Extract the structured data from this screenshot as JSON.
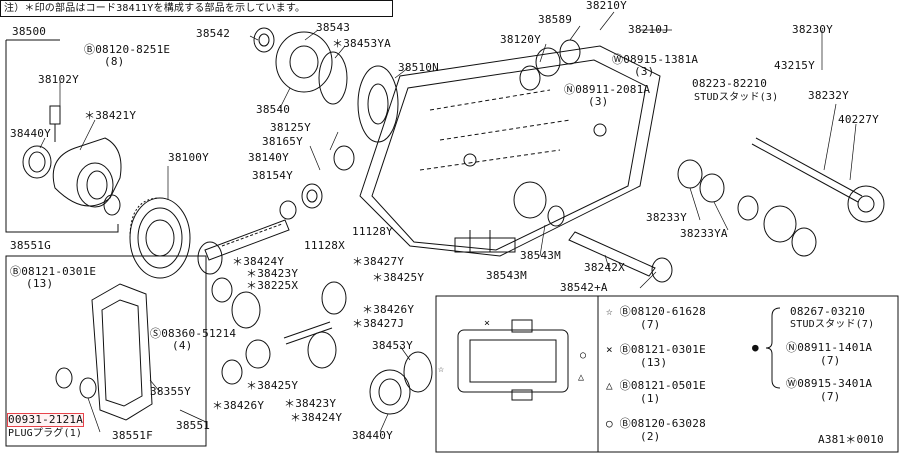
{
  "header_note": "注）＊印の部品はコード38411Yを構成する部品を示しています。",
  "drawing_code": "A381＊0010",
  "labels": {
    "p38500": "38500",
    "p38542": "38542",
    "b08120_8251E": "Ⓑ08120-8251E",
    "q8": "(8)",
    "p38543": "38543",
    "p38453YA": "＊38453YA",
    "p38589": "38589",
    "p38210Y": "38210Y",
    "p38210J": "38210J",
    "p38120Y": "38120Y",
    "p38230Y": "38230Y",
    "w08915_1381A": "Ⓦ08915-1381A",
    "q3a": "(3)",
    "p43215Y": "43215Y",
    "p38102Y": "38102Y",
    "p38510N": "38510N",
    "n08911_2081A": "Ⓝ08911-2081A",
    "q3b": "(3)",
    "p08223_82210": "08223-82210",
    "stud3": "STUDスタッド(3)",
    "p38232Y": "38232Y",
    "p38421Y": "＊38421Y",
    "p38540": "38540",
    "p38125Y": "38125Y",
    "p40227Y": "40227Y",
    "p38440Y_a": "38440Y",
    "p38165Y": "38165Y",
    "p38100Y": "38100Y",
    "p38140Y": "38140Y",
    "p38154Y": "38154Y",
    "p38233Y": "38233Y",
    "p38233YA": "38233YA",
    "p11128Y": "11128Y",
    "p11128X": "11128X",
    "p38551G": "38551G",
    "p38543M_a": "38543M",
    "p38543M_b": "38543M",
    "p38242X": "38242X",
    "p38542A": "38542+A",
    "p38424Y_a": "＊38424Y",
    "p38427Y": "＊38427Y",
    "b08121_0301E_a": "Ⓑ08121-0301E",
    "q13a": "(13)",
    "p38423Y_a": "＊38423Y",
    "p38425Y_a": "＊38425Y",
    "p38225X": "＊38225X",
    "p38426Y_a": "＊38426Y",
    "p38427J": "＊38427J",
    "s08360_51214": "Ⓢ08360-51214",
    "q4": "(4)",
    "p38453Y": "38453Y",
    "p38355Y": "38355Y",
    "p38425Y_b": "＊38425Y",
    "p38426Y_b": "＊38426Y",
    "p38423Y_b": "＊38423Y",
    "p38424Y_b": "＊38424Y",
    "p38551": "38551",
    "p38440Y_b": "38440Y",
    "p00931_2121A": "00931-2121A",
    "plug": "PLUGプラグ(1)",
    "p38551F": "38551F"
  },
  "legend": {
    "rows": [
      {
        "symbol": "☆",
        "part": "Ⓑ08120-61628",
        "qty": "(7)"
      },
      {
        "symbol": "×",
        "part": "Ⓑ08121-0301E",
        "qty": "(13)"
      },
      {
        "symbol": "△",
        "part": "Ⓑ08121-0501E",
        "qty": "(1)"
      },
      {
        "symbol": "○",
        "part": "Ⓑ08120-63028",
        "qty": "(2)"
      }
    ],
    "right_rows": [
      {
        "part": "08267-03210",
        "qty": "STUDスタッド(7)"
      },
      {
        "part": "Ⓝ08911-1401A",
        "qty": "(7)"
      },
      {
        "part": "Ⓦ08915-3401A",
        "qty": "(7)"
      }
    ],
    "bullet": "●"
  }
}
